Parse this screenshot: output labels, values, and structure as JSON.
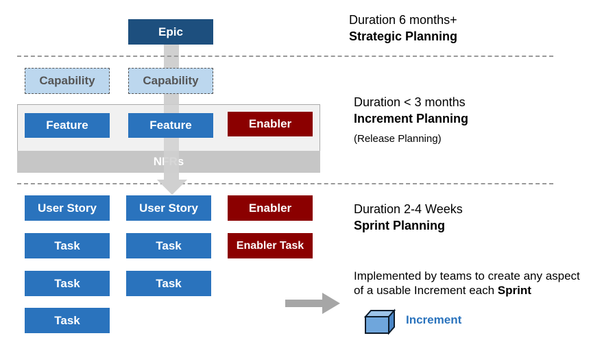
{
  "epic": "Epic",
  "capabilities": [
    "Capability",
    "Capability"
  ],
  "features": [
    "Feature",
    "Feature"
  ],
  "enabler_feature": "Enabler",
  "nfrs": "NFRs",
  "sprint_items": {
    "col1": [
      "User Story",
      "Task",
      "Task",
      "Task"
    ],
    "col2": [
      "User Story",
      "Task",
      "Task"
    ],
    "col3": [
      "Enabler",
      "Enabler Task"
    ]
  },
  "levels": {
    "strategic": {
      "duration": "Duration 6 months+",
      "title": "Strategic Planning"
    },
    "increment": {
      "duration": "Duration < 3 months",
      "title": "Increment Planning",
      "note": "(Release Planning)"
    },
    "sprint": {
      "duration": "Duration 2-4 Weeks",
      "title": "Sprint Planning"
    }
  },
  "implemented": {
    "line1": "Implemented by teams to create any aspect",
    "line2_prefix": "of a usable Increment each ",
    "line2_bold": "Sprint"
  },
  "increment_label": "Increment",
  "colors": {
    "blue": "#2a73bd",
    "dark_blue": "#1d4f7e",
    "red": "#8b0000",
    "capability": "#bcd7ee",
    "increment_text": "#2a73bd"
  }
}
